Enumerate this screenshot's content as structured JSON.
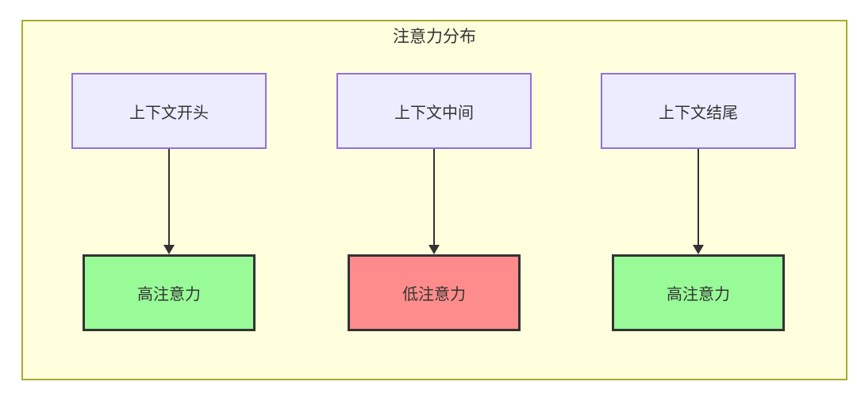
{
  "diagram": {
    "title": "注意力分布",
    "columns": [
      {
        "source": "上下文开头",
        "target": "高注意力",
        "target_type": "high"
      },
      {
        "source": "上下文中间",
        "target": "低注意力",
        "target_type": "low"
      },
      {
        "source": "上下文结尾",
        "target": "高注意力",
        "target_type": "high"
      }
    ],
    "colors": {
      "frame_bg": "#ffffde",
      "frame_border": "#aaaa33",
      "source_bg": "#ececff",
      "source_border": "#9370db",
      "high_bg": "#98fb98",
      "low_bg": "#ff8c8c",
      "node_border": "#333333",
      "arrow": "#333333",
      "text": "#333333"
    }
  }
}
